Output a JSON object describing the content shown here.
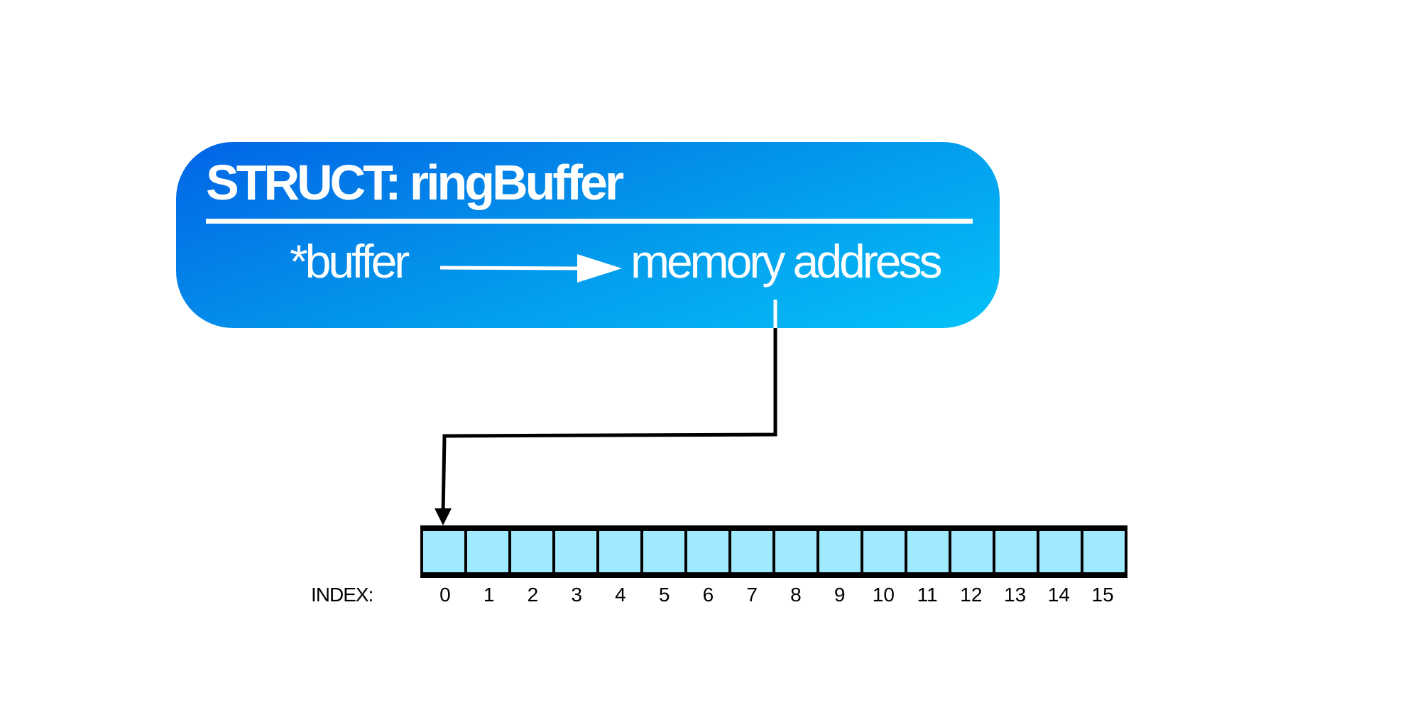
{
  "struct": {
    "title": "STRUCT: ringBuffer",
    "field_name": "*buffer",
    "field_value": "memory address"
  },
  "array": {
    "index_label": "INDEX:",
    "indices": [
      "0",
      "1",
      "2",
      "3",
      "4",
      "5",
      "6",
      "7",
      "8",
      "9",
      "10",
      "11",
      "12",
      "13",
      "14",
      "15"
    ]
  },
  "colors": {
    "struct_gradient_start": "#0264e6",
    "struct_gradient_end": "#04c2f8",
    "cell_fill": "#9feaff",
    "cell_border": "#000000"
  },
  "icons": {
    "pointer_arrow": "right-arrow-icon",
    "connector_arrow": "down-arrow-icon"
  }
}
